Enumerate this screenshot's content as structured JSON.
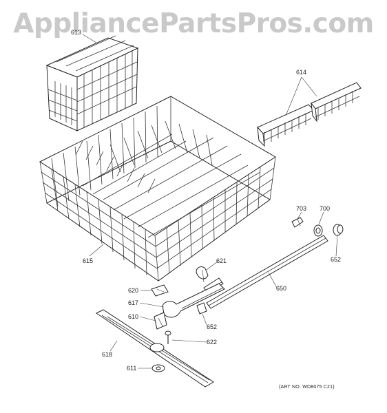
{
  "watermark": "AppliancePartsPros.com",
  "art_number": "(ART NO. WD8075 C21)",
  "callouts": {
    "c613": "613",
    "c614": "614",
    "c615": "615",
    "c617": "617",
    "c618": "618",
    "c620": "620",
    "c621": "621",
    "c622": "622",
    "c650": "650",
    "c652a": "652",
    "c652b": "652",
    "c700": "700",
    "c703": "703",
    "c610": "610",
    "c611": "611"
  }
}
